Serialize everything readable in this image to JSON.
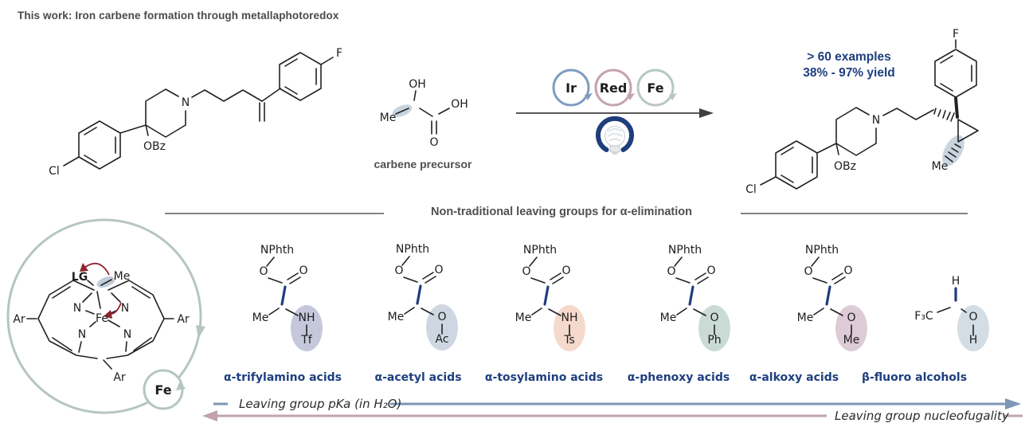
{
  "title": "This work: Iron carbene formation through metallaphotoredox",
  "colors": {
    "accent_blue": "#1e3f7f",
    "bond_blue": "#1e3d7b",
    "caption_gray": "#4f4f4f",
    "axis_arrow_blue": "#7d97b5",
    "axis_arrow_pink": "#c2a2b0",
    "cycle_sage": "#b5c5c3",
    "mech_arrow_red": "#8e2430",
    "highlight_default": "#bcc9d6"
  },
  "reaction": {
    "reactant": {
      "atoms": {
        "cl": "Cl",
        "obz": "OBz",
        "n": "N",
        "f": "F"
      }
    },
    "precursor": {
      "label": "carbene precursor",
      "atoms": {
        "me": "Me",
        "oh_top": "OH",
        "oh_right": "OH",
        "o": "O"
      },
      "highlight": "#bcc9d6"
    },
    "catalysts": [
      {
        "label": "Ir",
        "ring": "#7f9dc1",
        "text": "#1e3d7b"
      },
      {
        "label": "Red",
        "ring": "#c5a2af",
        "text": "#7a1a22"
      },
      {
        "label": "Fe",
        "ring": "#b8c7c5",
        "text": "#2c4b3a"
      }
    ],
    "product": {
      "examples": "> 60 examples",
      "yield_range": "38% - 97% yield",
      "atoms": {
        "f": "F",
        "n": "N",
        "obz": "OBz",
        "cl": "Cl",
        "me": "Me"
      },
      "highlight": "#bcc9d6"
    }
  },
  "divider": {
    "label": "Non-traditional leaving groups for α-elimination"
  },
  "cycle": {
    "badge": "Fe",
    "atoms": {
      "lg": "LG",
      "me": "Me",
      "fe": "Fe",
      "ar": "Ar",
      "n": "N"
    },
    "highlight": "#b0bfd0"
  },
  "leaving_groups": [
    {
      "name": "α-trifylamino acids",
      "atoms": {
        "nphth": "NPhth",
        "o_ester": "O",
        "o_keto": "O",
        "me": "Me",
        "lg": "NH",
        "sub": "Tf"
      },
      "highlight": "#b6bad2"
    },
    {
      "name": "α-acetyl acids",
      "atoms": {
        "nphth": "NPhth",
        "o_ester": "O",
        "o_keto": "O",
        "me": "Me",
        "lg": "O",
        "sub": "Ac"
      },
      "highlight": "#c2cdd9"
    },
    {
      "name": "α-tosylamino acids",
      "atoms": {
        "nphth": "NPhth",
        "o_ester": "O",
        "o_keto": "O",
        "me": "Me",
        "lg": "NH",
        "sub": "Ts"
      },
      "highlight": "#f3d0c0"
    },
    {
      "name": "α-phenoxy acids",
      "atoms": {
        "nphth": "NPhth",
        "o_ester": "O",
        "o_keto": "O",
        "me": "Me",
        "lg": "O",
        "sub": "Ph"
      },
      "highlight": "#bdd2ca"
    },
    {
      "name": "α-alkoxy acids",
      "atoms": {
        "nphth": "NPhth",
        "o_ester": "O",
        "o_keto": "O",
        "me": "Me",
        "lg": "O",
        "sub": "Me"
      },
      "highlight": "#d4bfcd"
    },
    {
      "name": "β-fluoro alcohols",
      "atoms": {
        "f3c": "F₃C",
        "h_top": "H",
        "o": "O",
        "h_bottom": "H"
      },
      "highlight": "#c9d5dd"
    }
  ],
  "axes": {
    "pka_label": "Leaving group pKa (in H₂O)",
    "nucleofugality_label": "Leaving group nucleofugality"
  }
}
